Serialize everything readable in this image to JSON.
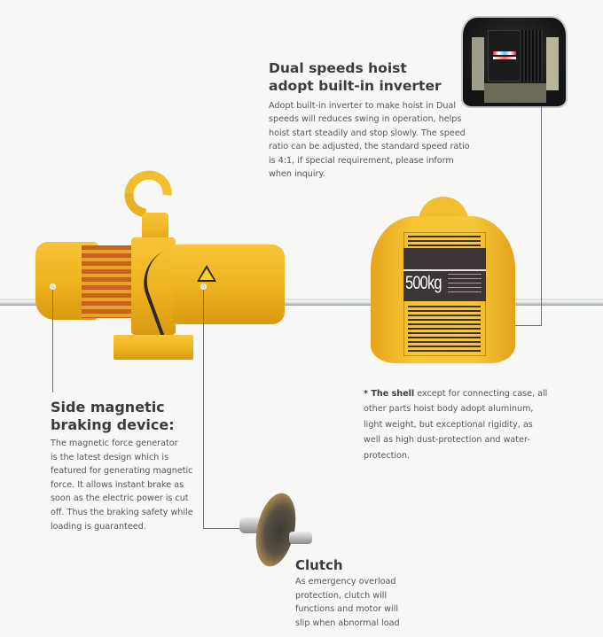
{
  "inverter_section": {
    "title_line1": "Dual speeds hoist",
    "title_line2": "adopt built-in inverter",
    "body_lines": [
      "Adopt built-in inverter to make hoist in Dual",
      "speeds will reduces swing in operation, helps",
      "hoist start steadily and stop slowly. The speed",
      "ratio can be adjusted, the standard speed ratio",
      "is 4:1, if special requirement, please inform",
      "when inquiry."
    ]
  },
  "shell_section": {
    "lead": "* The shell",
    "first_line_rest": " except for connecting case, all",
    "body_lines": [
      "other parts hoist body adopt aluminum,",
      "light weight, but exceptional rigidity, as",
      "well as high dust-protection and water-",
      "protection."
    ]
  },
  "braking_section": {
    "title_line1": "Side magnetic",
    "title_line2": "braking device:",
    "body_lines": [
      "The magnetic force generator",
      "is the latest design which is",
      "featured for generating magnetic",
      "force. It allows instant brake as",
      "soon as the electric power is cut",
      "off. Thus the braking safety while",
      "loading is guaranteed."
    ]
  },
  "clutch_section": {
    "title": "Clutch",
    "body_lines": [
      "As emergency overload",
      "protection, clutch will",
      "functions and motor will",
      "slip when abnormal load"
    ]
  },
  "nameplate": {
    "capacity": "500kg"
  },
  "colors": {
    "hoist_yellow": "#f3bd2e",
    "heading_text": "#3e3a3c",
    "body_text": "#5a5558",
    "background": "#f7f7f5"
  }
}
